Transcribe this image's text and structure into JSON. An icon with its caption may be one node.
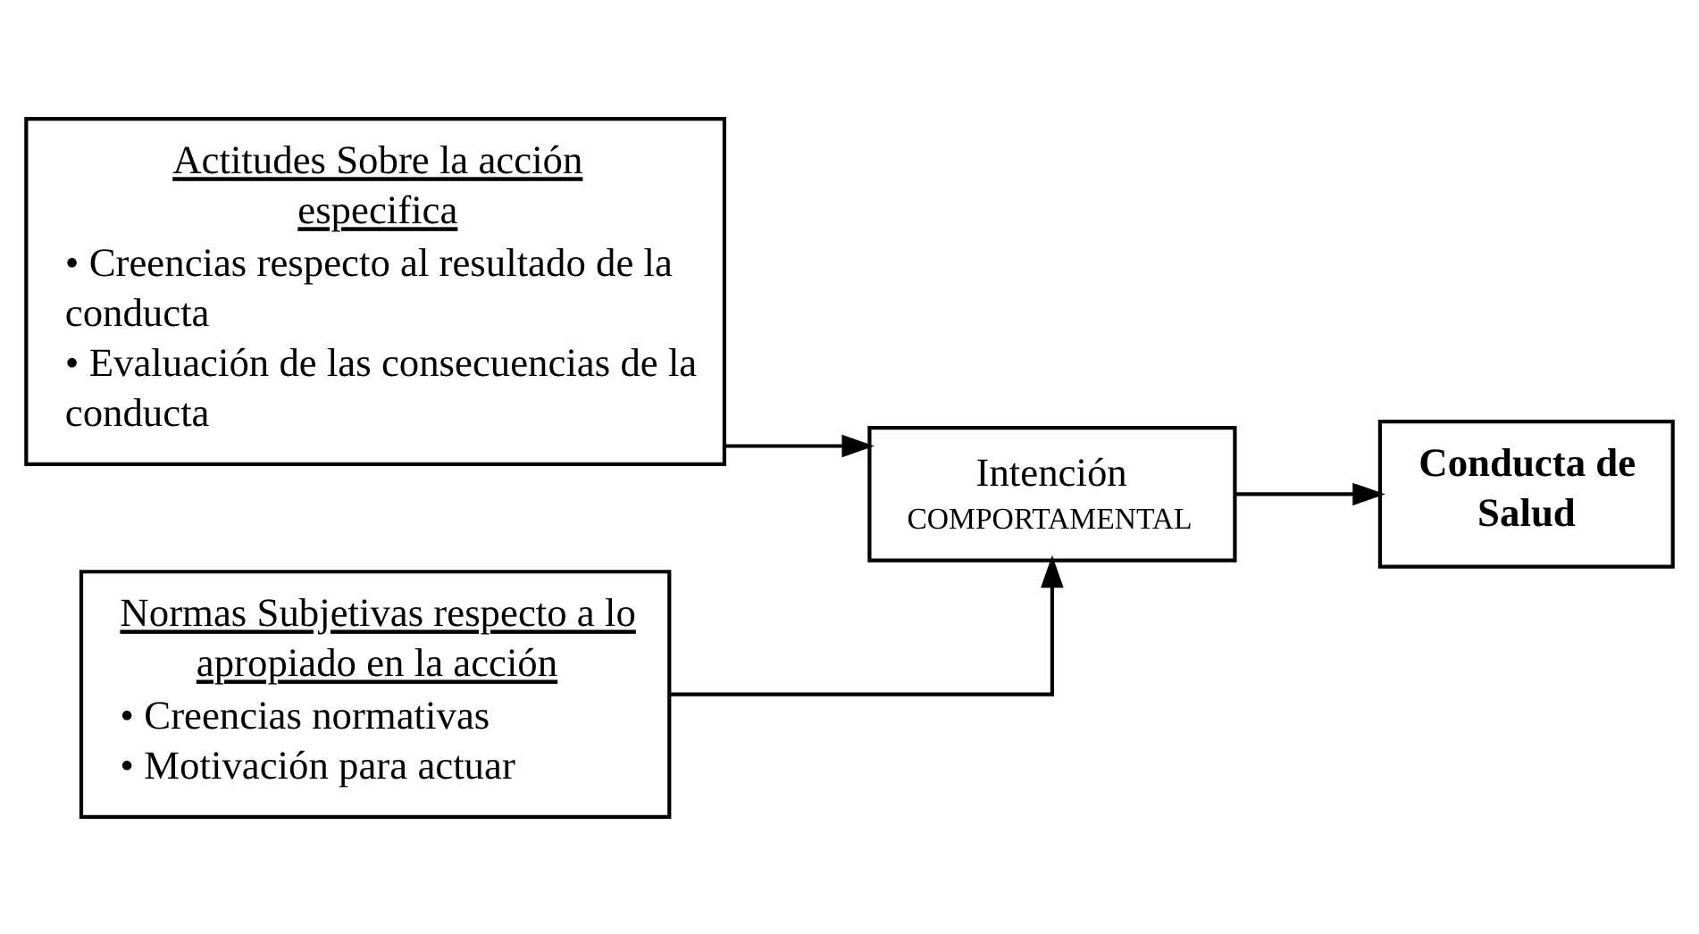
{
  "diagram": {
    "nodes": [
      {
        "text": [
          "Actitudes Sobre la acción especifica",
          "• Creencias respecto al resultado de la conducta",
          "• Evaluación de las consecuencias de la conducta"
        ]
      },
      {
        "text": [
          "Normas Subjetivas respecto a lo apropiado en la acción",
          "• Creencias normativas",
          "• Motivación para actuar"
        ]
      },
      {
        "text": [
          "Intención",
          "COMPORTAMENTAL"
        ]
      },
      {
        "text": [
          "Conducta de Salud"
        ]
      }
    ],
    "edges": [
      {
        "from": 0,
        "to": 2,
        "arrow": "to"
      },
      {
        "from": 1,
        "to": 2,
        "arrow": "to"
      },
      {
        "from": 2,
        "to": 3,
        "arrow": "to"
      }
    ]
  }
}
